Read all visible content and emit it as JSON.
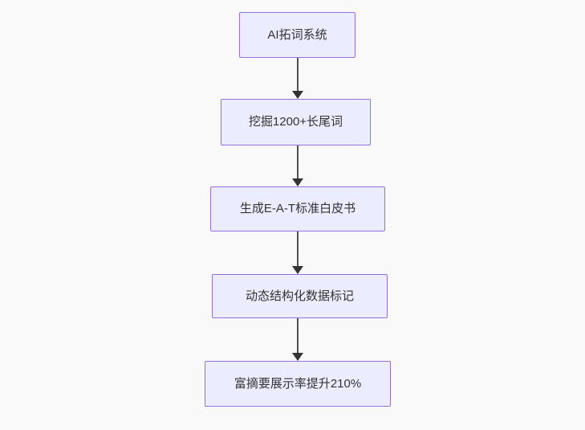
{
  "diagram": {
    "type": "flowchart",
    "direction": "top-down",
    "nodes": [
      {
        "label": "AI拓词系统"
      },
      {
        "label": "挖掘1200+长尾词"
      },
      {
        "label": "生成E-A-T标准白皮书"
      },
      {
        "label": "动态结构化数据标记"
      },
      {
        "label": "富摘要展示率提升210%"
      }
    ],
    "edges": [
      {
        "from": 0,
        "to": 1
      },
      {
        "from": 1,
        "to": 2
      },
      {
        "from": 2,
        "to": 3
      },
      {
        "from": 3,
        "to": 4
      }
    ],
    "colors": {
      "canvas-bg": "#f9f9f9",
      "node-fill": "#ececff",
      "node-border": "#9370db",
      "node-text": "#333333",
      "arrow": "#333333"
    }
  }
}
